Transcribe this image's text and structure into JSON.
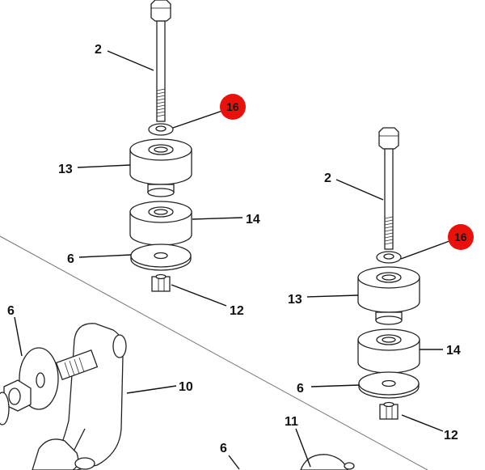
{
  "diagram": {
    "callout_color": "#e8120c",
    "left_assembly": {
      "bolt": "2",
      "washer_highlight": "16",
      "upper_bushing": "13",
      "lower_bushing": "14",
      "washer": "6",
      "nut": "12"
    },
    "right_assembly": {
      "bolt": "2",
      "washer_highlight": "16",
      "upper_bushing": "13",
      "lower_bushing": "14",
      "washer": "6",
      "nut": "12"
    },
    "bracket_assembly": {
      "washer": "6",
      "bracket": "10"
    },
    "lower_parts": {
      "mount": "11",
      "washer": "6"
    }
  }
}
